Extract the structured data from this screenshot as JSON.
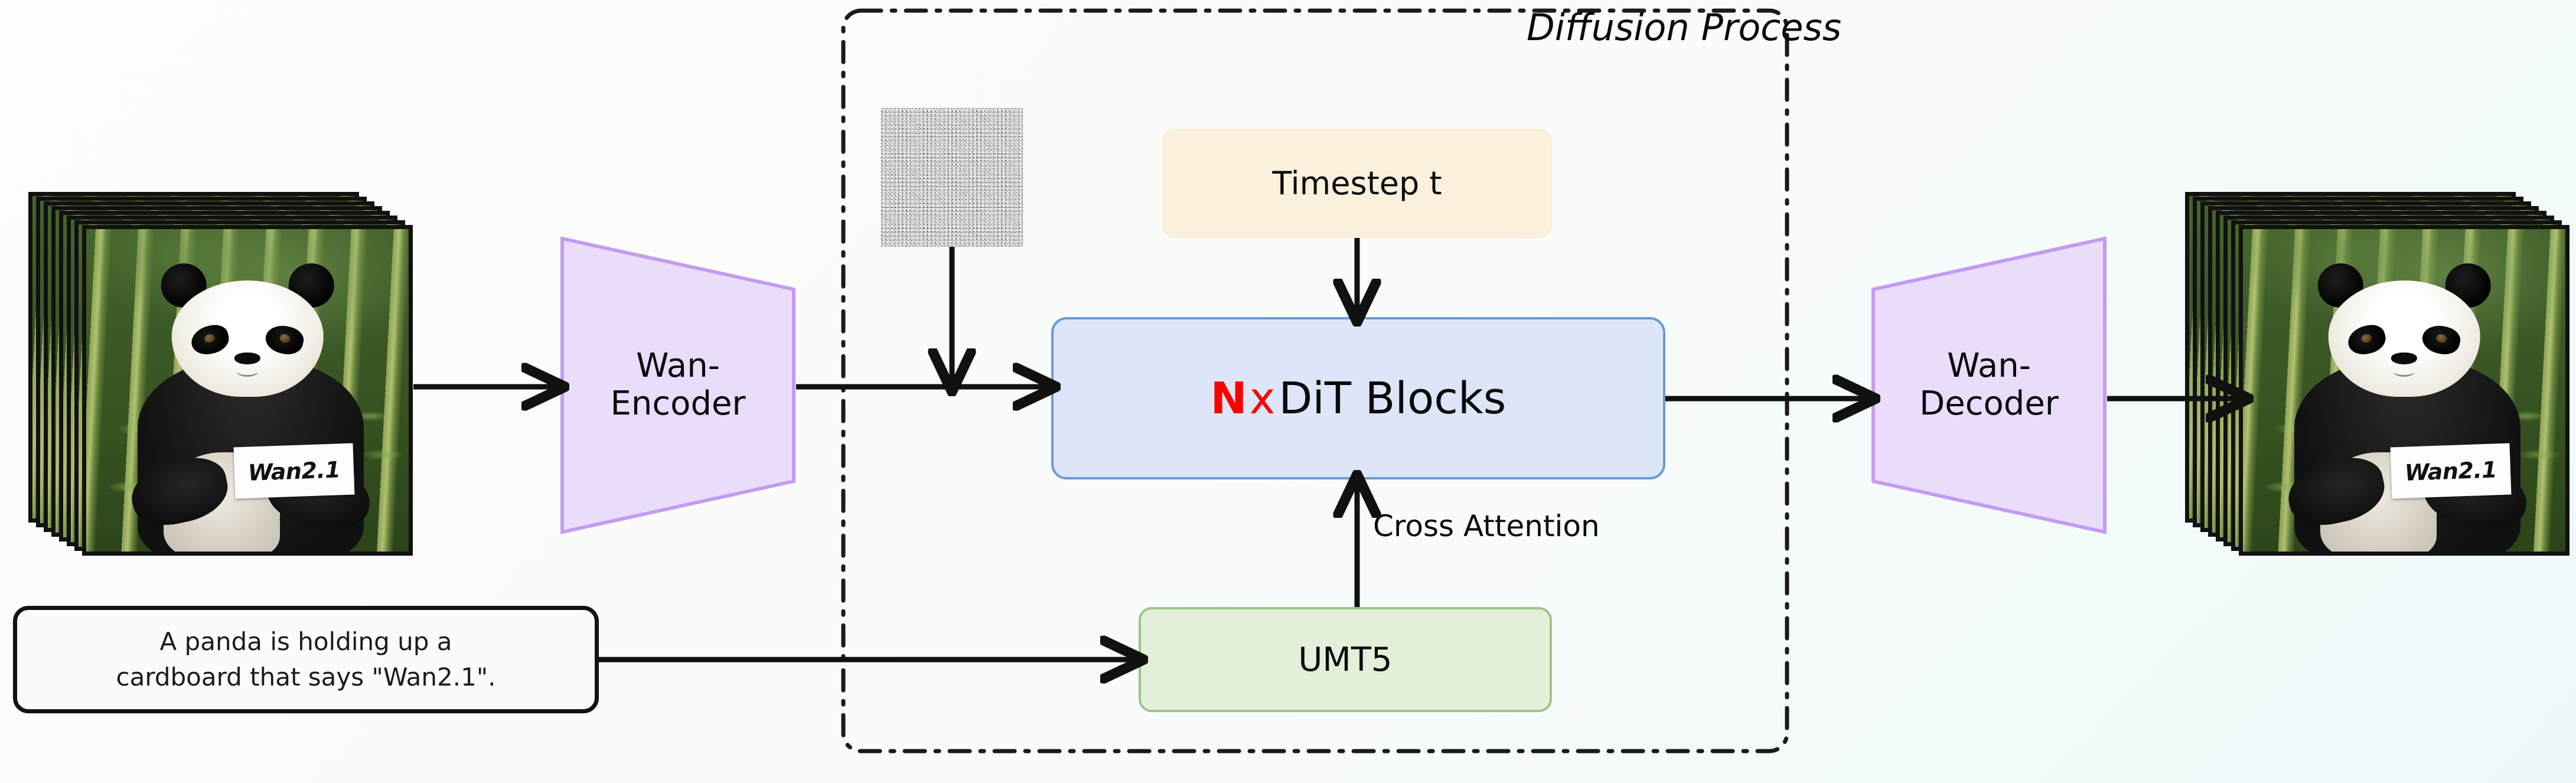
{
  "diagram": {
    "title": "Wan2.1 text-to-video diffusion pipeline",
    "region_label": "Diffusion Process",
    "colors": {
      "dit_fill": "#dce6f8",
      "dit_border": "#6b9bd2",
      "timestep_fill": "#faf0dc",
      "umt5_fill": "#e3efd9",
      "umt5_border": "#9cc585",
      "vae_fill": "#e9ddfb",
      "vae_border": "#c49bf0",
      "accent_red": "#ff0000",
      "wire": "#111111",
      "prompt_border": "#131313"
    }
  },
  "nodes": {
    "input_video": {
      "name": "input video frames",
      "sign_text": "Wan2.1",
      "frames": 8
    },
    "encoder": {
      "line1": "Wan-",
      "line2": "Encoder"
    },
    "noise": {
      "name": "gaussian noise latent"
    },
    "timestep": {
      "label": "Timestep t"
    },
    "dit": {
      "repeat": "N",
      "times": "x",
      "label": "DiT Blocks"
    },
    "text_encoder": {
      "label": "UMT5"
    },
    "prompt": {
      "line1": "A panda is holding up a",
      "line2": "cardboard that says \"Wan2.1\"."
    },
    "decoder": {
      "line1": "Wan-",
      "line2": "Decoder"
    },
    "output_video": {
      "name": "output video frames",
      "sign_text": "Wan2.1",
      "frames": 8
    }
  },
  "edges": {
    "cross_attention": "Cross Attention"
  }
}
